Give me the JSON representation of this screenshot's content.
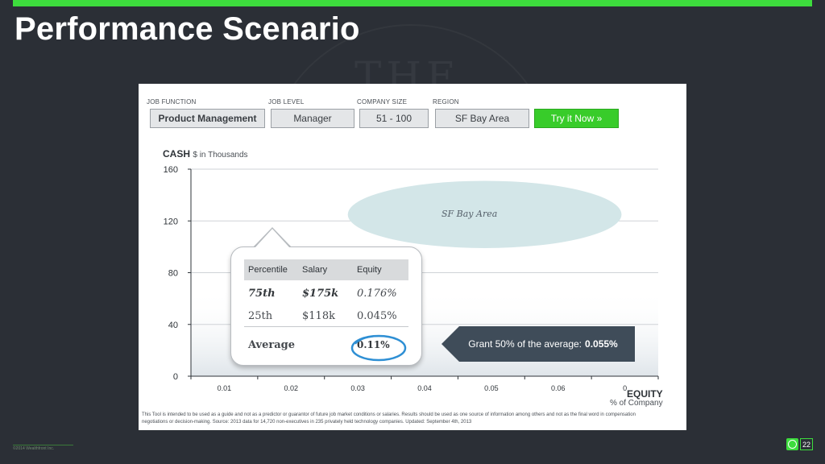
{
  "slide": {
    "title": "Performance Scenario",
    "page_number": "22",
    "copyright": "©2014 Wealthfront Inc.",
    "watermark": "THE"
  },
  "filters": {
    "job_function": {
      "label": "JOB FUNCTION",
      "value": "Product Management"
    },
    "job_level": {
      "label": "JOB LEVEL",
      "value": "Manager"
    },
    "company_size": {
      "label": "COMPANY SIZE",
      "value": "51 - 100"
    },
    "region": {
      "label": "REGION",
      "value": "SF Bay Area"
    },
    "try_button": "Try it Now »"
  },
  "chart_data": {
    "type": "scatter",
    "ylabel_bold": "CASH",
    "ylabel_unit": "$ in Thousands",
    "xlabel_bold": "EQUITY",
    "xlabel_unit": "% of Company",
    "ylim": [
      0,
      160
    ],
    "yticks": [
      "160",
      "120",
      "80",
      "40",
      "0"
    ],
    "xlim": [
      0,
      0.07
    ],
    "xticks": [
      "0.01",
      "0.02",
      "0.03",
      "0.04",
      "0.05",
      "0.06",
      "0"
    ],
    "grid": true,
    "region_label": "SF Bay Area",
    "region_center": {
      "x": 0.044,
      "y": 125
    },
    "region_radius": {
      "x": 0.0205,
      "y": 26
    }
  },
  "percentile_table": {
    "headers": [
      "Percentile",
      "Salary",
      "Equity"
    ],
    "rows": [
      {
        "percentile": "75th",
        "salary": "$175k",
        "equity": "0.176%"
      },
      {
        "percentile": "25th",
        "salary": "$118k",
        "equity": "0.045%"
      }
    ],
    "average_label": "Average",
    "average_value": "0.11%"
  },
  "callout": {
    "text": "Grant 50% of the average:",
    "value": "0.055%"
  },
  "disclaimer": "This Tool is intended to be used as a guide and not as a predictor or guarantor of future job market conditions or salaries. Results should be used as one source of information among others and not as the final word in compensation negotiations or decision-making. Source: 2013 data for 14,720 non-executives in 235 privately held technology companies.  Updated: September 4th, 2013",
  "colors": {
    "accent": "#3ddc3d",
    "button": "#38cc2a",
    "region_fill": "#d3e6e8",
    "callout": "#3f4c59",
    "circle": "#2e8fd4"
  }
}
